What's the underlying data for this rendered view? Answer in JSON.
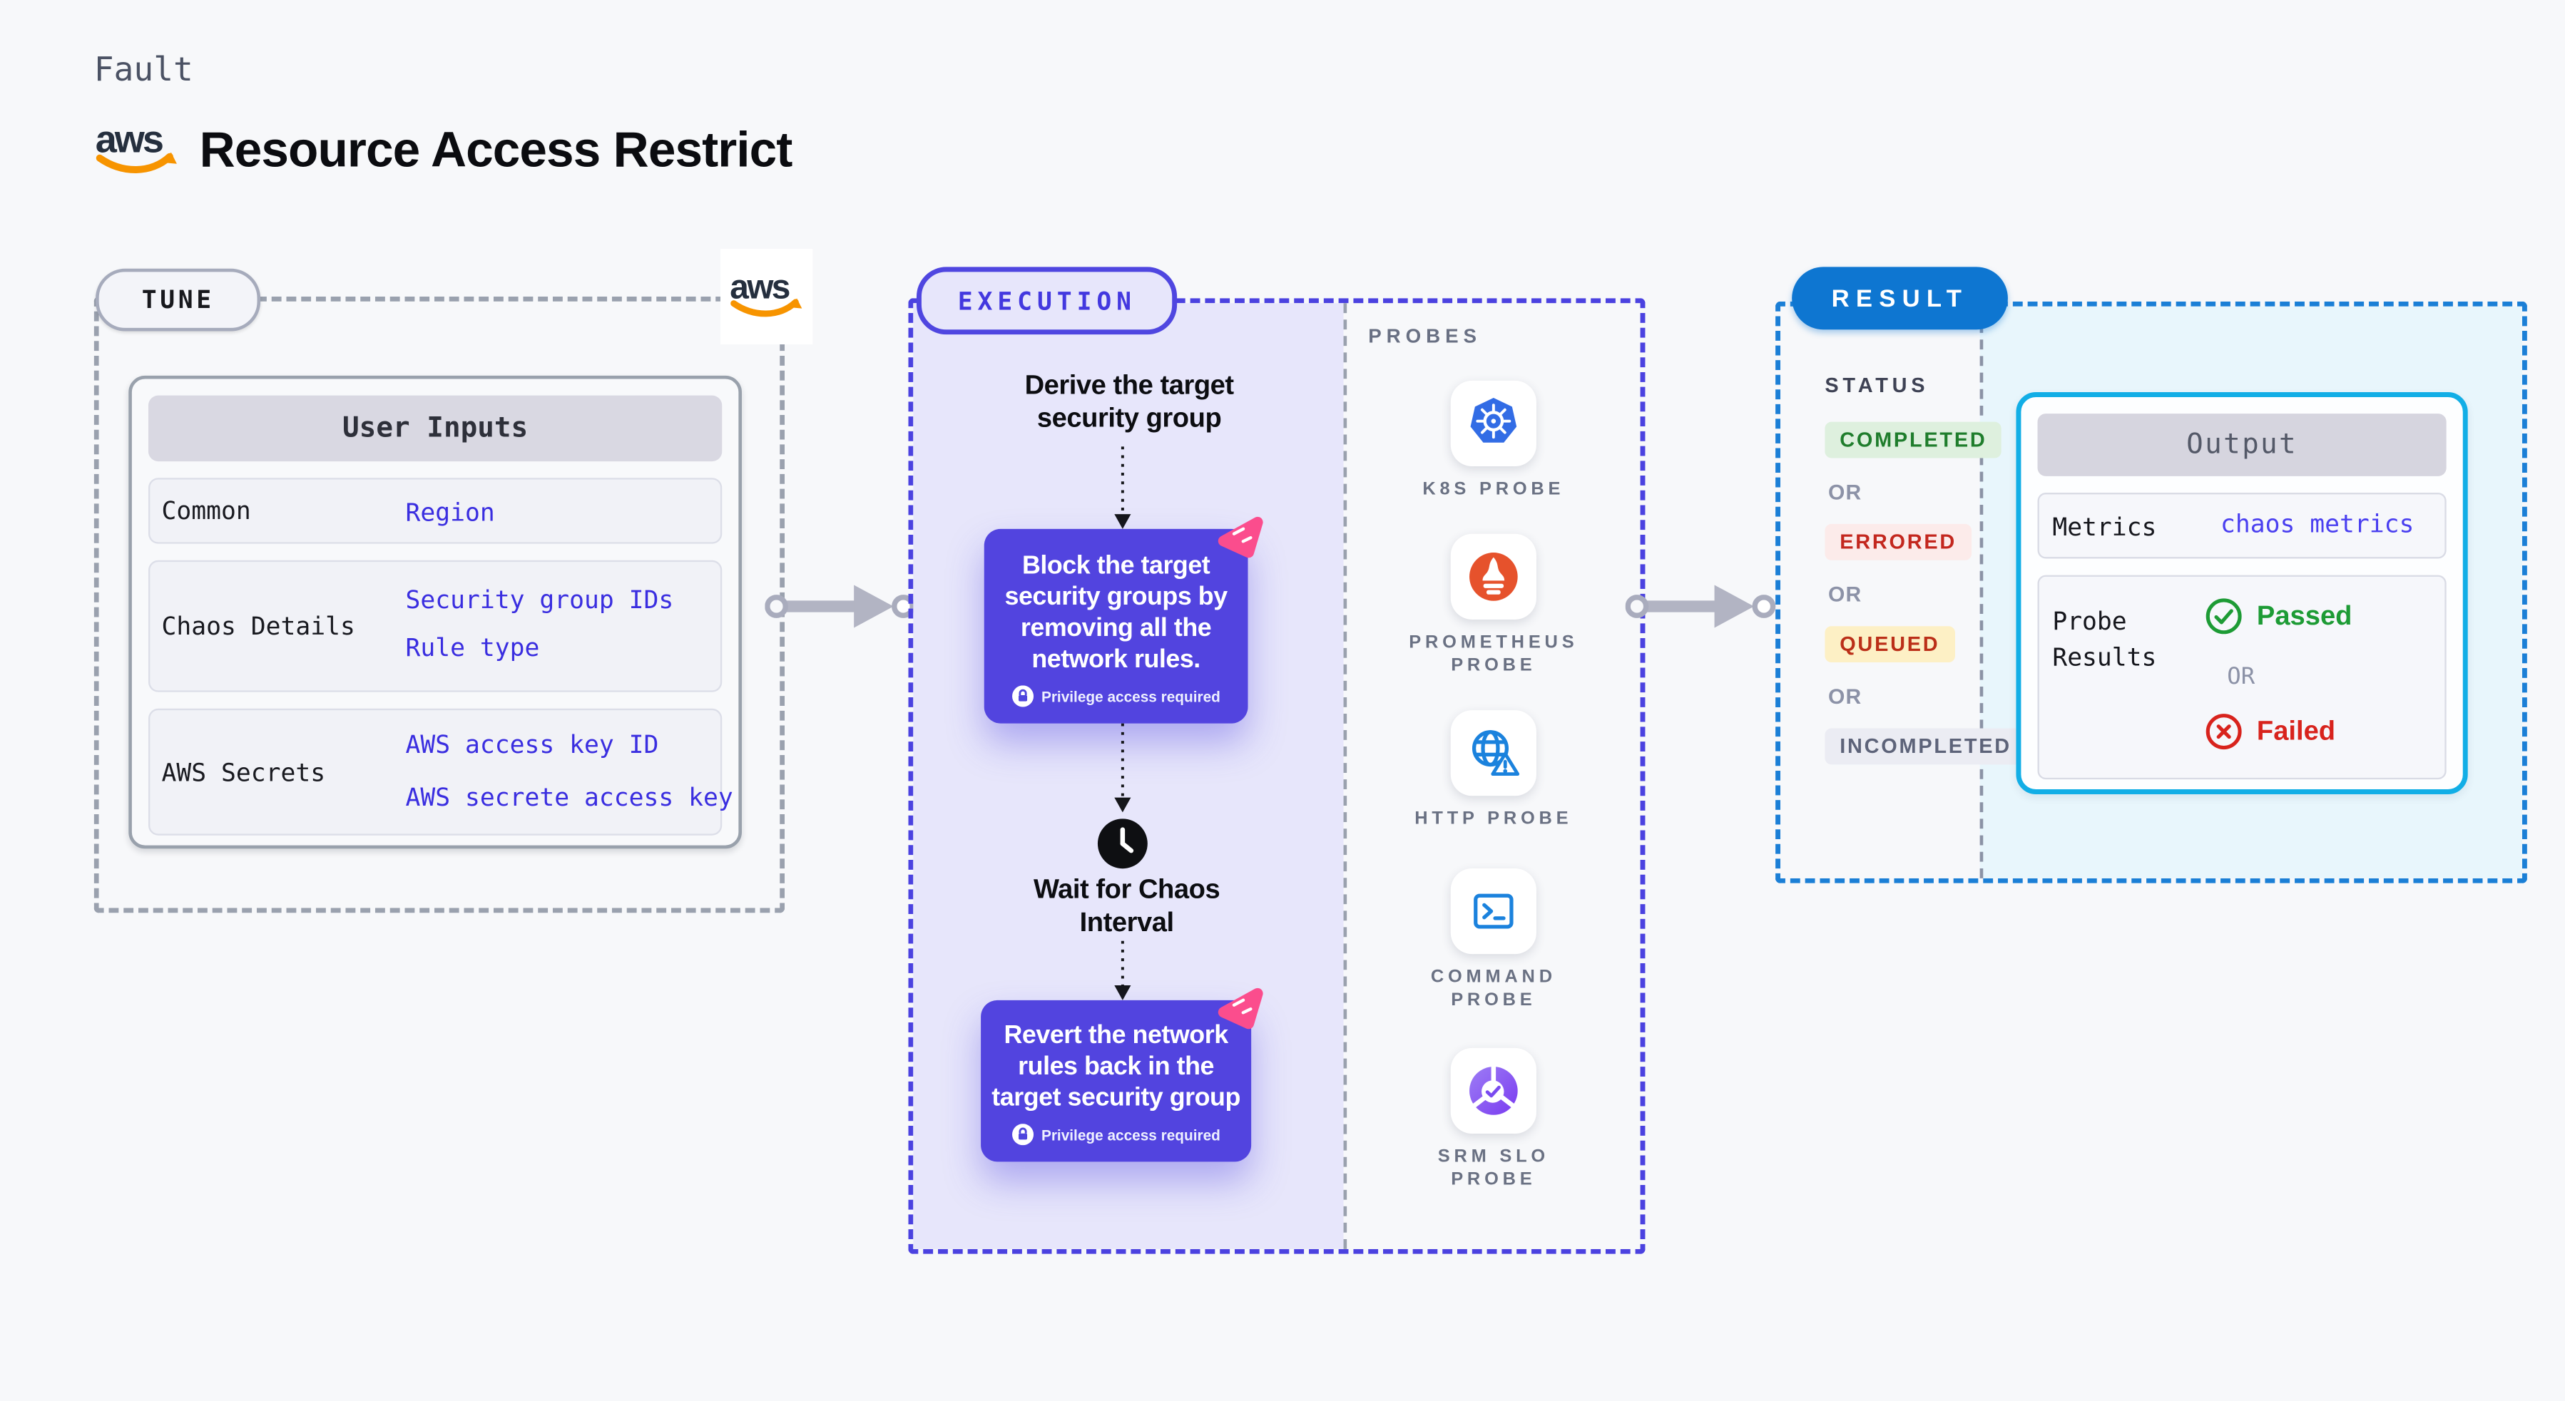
{
  "header": {
    "eyebrow": "Fault",
    "title": "Resource Access Restrict"
  },
  "tune": {
    "badge": "TUNE",
    "table": {
      "header": "User Inputs",
      "rows": [
        {
          "label": "Common",
          "values": [
            "Region"
          ]
        },
        {
          "label": "Chaos Details",
          "values": [
            "Security group IDs",
            "Rule type"
          ]
        },
        {
          "label": "AWS Secrets",
          "values": [
            "AWS access key ID",
            "AWS secrete access key"
          ]
        }
      ]
    }
  },
  "execution": {
    "badge": "EXECUTION",
    "derive_text": "Derive the target security group",
    "block_text": "Block the target security groups by removing all the network rules.",
    "privilege_text": "Privilege access required",
    "wait_text": "Wait for Chaos Interval",
    "revert_text": "Revert the network rules back in the target security group"
  },
  "probes": {
    "label": "PROBES",
    "items": [
      {
        "icon": "k8s-probe-icon",
        "label": "K8S PROBE"
      },
      {
        "icon": "prometheus-probe-icon",
        "label": "PROMETHEUS PROBE"
      },
      {
        "icon": "http-probe-icon",
        "label": "HTTP PROBE"
      },
      {
        "icon": "command-probe-icon",
        "label": "COMMAND PROBE"
      },
      {
        "icon": "srm-slo-probe-icon",
        "label": "SRM SLO PROBE"
      }
    ]
  },
  "result": {
    "badge": "RESULT",
    "status_label": "STATUS",
    "or_label": "OR",
    "statuses": [
      {
        "label": "COMPLETED",
        "bg": "#def0de",
        "fg": "#1f7d2c"
      },
      {
        "label": "ERRORED",
        "bg": "#fcebea",
        "fg": "#c3271e"
      },
      {
        "label": "QUEUED",
        "bg": "#fdf0c5",
        "fg": "#bb2f18"
      },
      {
        "label": "INCOMPLETED",
        "bg": "#ebecf3",
        "fg": "#5d6379"
      }
    ],
    "output": {
      "header": "Output",
      "metrics_label": "Metrics",
      "metrics_value": "chaos metrics",
      "probe_results_label": "Probe Results",
      "passed_label": "Passed",
      "or_label": "OR",
      "failed_label": "Failed"
    }
  },
  "colors": {
    "page_bg": "#f7f8fa",
    "lavender_bg": "#e7e6fb",
    "cyan_bg": "#e8f6fc",
    "indigo_border": "#4b42e0",
    "blue_border": "#1b7fd6",
    "cyan_border": "#12aee6",
    "purple_box": "#5244df",
    "value_blue": "#3a2ee0",
    "result_pill_blue": "#0e76d1",
    "passed_green": "#1d9b35",
    "failed_red": "#d8231d",
    "chaos_pink": "#fb4d8d",
    "aws_orange": "#f79400",
    "aws_navy": "#252f3e"
  }
}
